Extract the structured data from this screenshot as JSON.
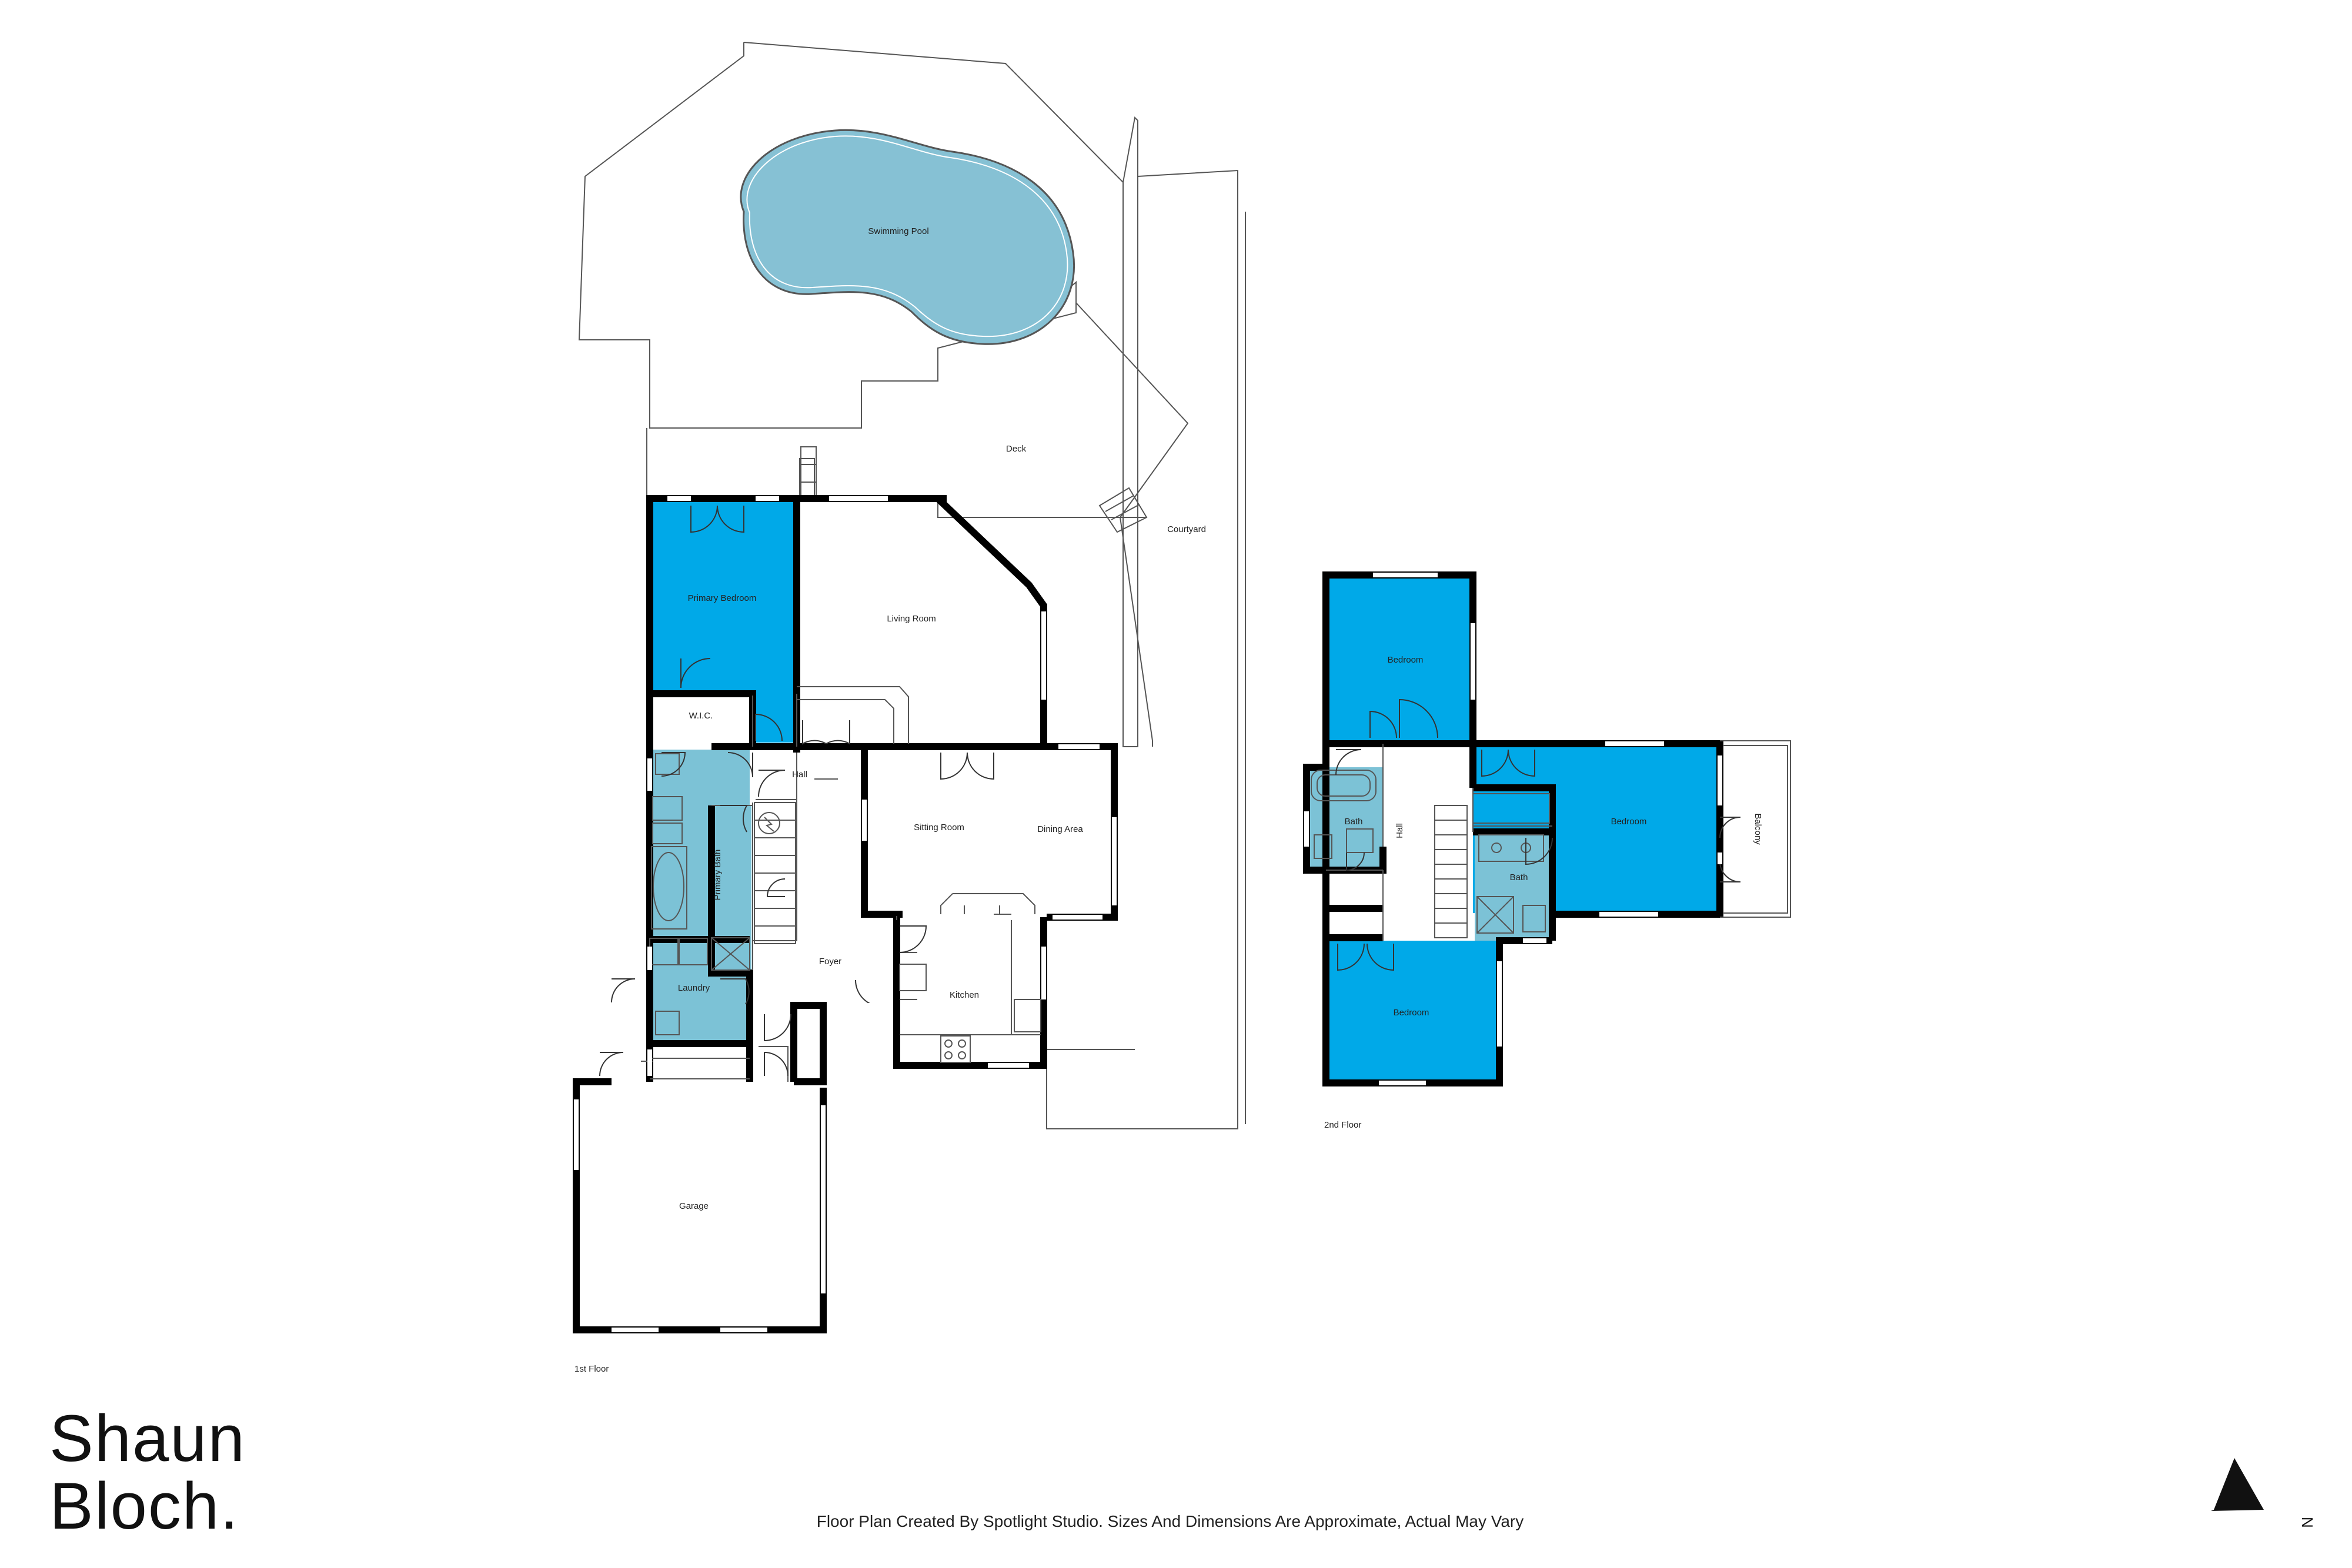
{
  "brand": {
    "line1": "Shaun",
    "line2": "Bloch."
  },
  "disclaimer": "Floor Plan Created By Spotlight Studio. Sizes And Dimensions Are Approximate, Actual May Vary",
  "colors": {
    "bedroom_blue": "#00a9e8",
    "wet_area_blue": "#7cc2d6",
    "pool_blue": "#86c1d4",
    "wall": "#000000",
    "outdoor_outline": "#555555"
  },
  "compass": {
    "icon": "north-arrow-icon",
    "letter": "N"
  },
  "floors": {
    "first": {
      "label": "1st Floor",
      "rooms": {
        "swimming_pool": "Swimming Pool",
        "deck": "Deck",
        "courtyard": "Courtyard",
        "primary_bedroom": "Primary Bedroom",
        "living_room": "Living Room",
        "wic": "W.I.C.",
        "hall": "Hall",
        "sitting_room": "Sitting Room",
        "dining_area": "Dining Area",
        "primary_bath": "Primary Bath",
        "laundry": "Laundry",
        "foyer": "Foyer",
        "kitchen": "Kitchen",
        "garage": "Garage"
      }
    },
    "second": {
      "label": "2nd Floor",
      "rooms": {
        "bedroom_top": "Bedroom",
        "bath_left": "Bath",
        "hall": "Hall",
        "bedroom_right": "Bedroom",
        "bath_right": "Bath",
        "balcony": "Balcony",
        "bedroom_bottom": "Bedroom"
      }
    }
  }
}
